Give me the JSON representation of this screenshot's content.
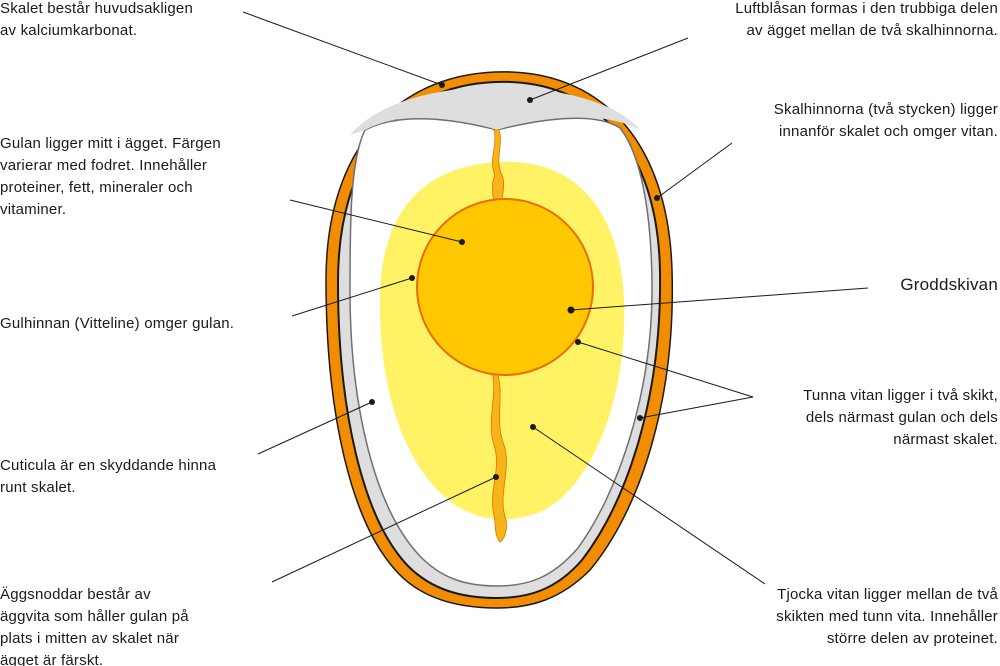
{
  "colors": {
    "shell_outer": "#f28c00",
    "shell_membrane": "#dedede",
    "outline": "#1a1a1a",
    "inner_membrane_line": "#707070",
    "thick_albumen": "#fff04a",
    "yolk": "#ffc800",
    "yolk_outline": "#e86e00",
    "chalaza": "#f6b418",
    "leader_line": "#1a1a1a"
  },
  "labels": {
    "shell": "Skalet består huvudsakligen\nav kalciumkarbonat.",
    "air_cell": "Luftblåsan formas i den trubbiga delen\nav ägget mellan de två skalhinnorna.",
    "shell_membranes": "Skalhinnorna (två stycken) ligger\ninnanför skalet och omger vitan.",
    "yolk": "Gulan ligger mitt i ägget. Färgen\nvarierar med fodret. Innehåller\nproteiner, fett, mineraler och\nvitaminer.",
    "germinal_disc": "Groddskivan",
    "vitelline": "Gulhinnan (Vitteline) omger gulan.",
    "thin_albumen": "Tunna vitan ligger i två skikt,\ndels närmast gulan och dels\nnärmast skalet.",
    "cuticle": "Cuticula är en skyddande hinna\nrunt skalet.",
    "chalazae": "Äggsnoddar består av\näggvita som håller gulan på\nplats i mitten av skalet när\nägget är färskt.",
    "thick_albumen": "Tjocka vitan ligger mellan de två\nskikten med tunn vita. Innehåller\nstörre delen av proteinet."
  }
}
